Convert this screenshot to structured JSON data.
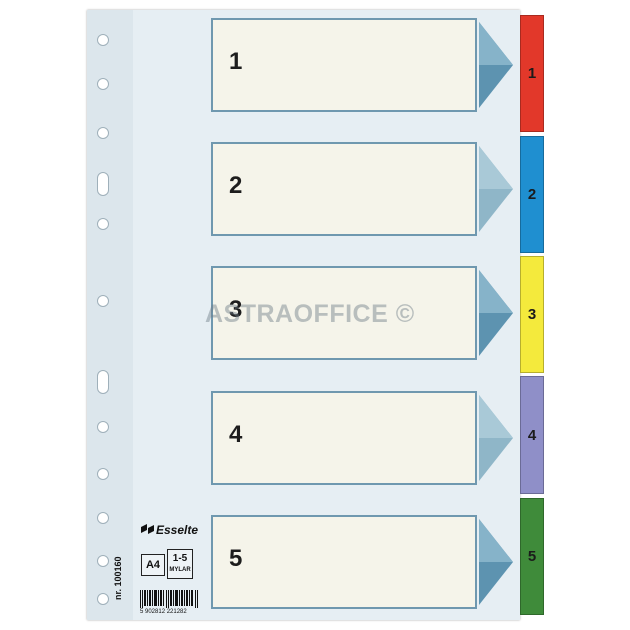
{
  "divider": {
    "sections": [
      {
        "number": "1",
        "tab_color": "#e2382a"
      },
      {
        "number": "2",
        "tab_color": "#1f8fd0"
      },
      {
        "number": "3",
        "tab_color": "#f4ea3c"
      },
      {
        "number": "4",
        "tab_color": "#8f8fc8"
      },
      {
        "number": "5",
        "tab_color": "#3f8b3a"
      }
    ],
    "sheet_color": "#e6eef3",
    "label_border_color": "#6f98af",
    "arrow_color": "#5d93b0"
  },
  "watermark": {
    "text": "ASTRAOFFICE ©"
  },
  "product": {
    "brand": "Esselte",
    "size": "A4",
    "range": "1-5",
    "material": "MYLAR",
    "code": "nr. 100160",
    "barcode_digits": "5 902812 221282"
  }
}
